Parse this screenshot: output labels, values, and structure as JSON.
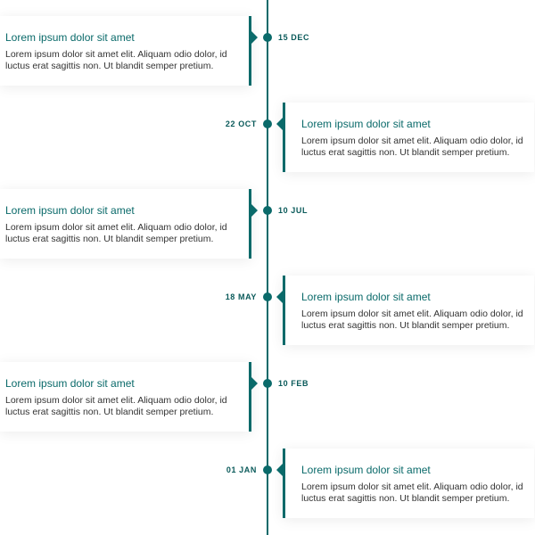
{
  "colors": {
    "accent": "#0a6a6a",
    "text": "#333333"
  },
  "timeline": {
    "items": [
      {
        "side": "left",
        "date": "15 DEC",
        "title": "Lorem ipsum dolor sit amet",
        "text": "Lorem ipsum dolor sit amet elit. Aliquam odio dolor, id luctus erat sagittis non. Ut blandit semper pretium."
      },
      {
        "side": "right",
        "date": "22 OCT",
        "title": "Lorem ipsum dolor sit amet",
        "text": "Lorem ipsum dolor sit amet elit. Aliquam odio dolor, id luctus erat sagittis non. Ut blandit semper pretium."
      },
      {
        "side": "left",
        "date": "10 JUL",
        "title": "Lorem ipsum dolor sit amet",
        "text": "Lorem ipsum dolor sit amet elit. Aliquam odio dolor, id luctus erat sagittis non. Ut blandit semper pretium."
      },
      {
        "side": "right",
        "date": "18 MAY",
        "title": "Lorem ipsum dolor sit amet",
        "text": "Lorem ipsum dolor sit amet elit. Aliquam odio dolor, id luctus erat sagittis non. Ut blandit semper pretium."
      },
      {
        "side": "left",
        "date": "10 FEB",
        "title": "Lorem ipsum dolor sit amet",
        "text": "Lorem ipsum dolor sit amet elit. Aliquam odio dolor, id luctus erat sagittis non. Ut blandit semper pretium."
      },
      {
        "side": "right",
        "date": "01 JAN",
        "title": "Lorem ipsum dolor sit amet",
        "text": "Lorem ipsum dolor sit amet elit. Aliquam odio dolor, id luctus erat sagittis non. Ut blandit semper pretium."
      }
    ]
  }
}
